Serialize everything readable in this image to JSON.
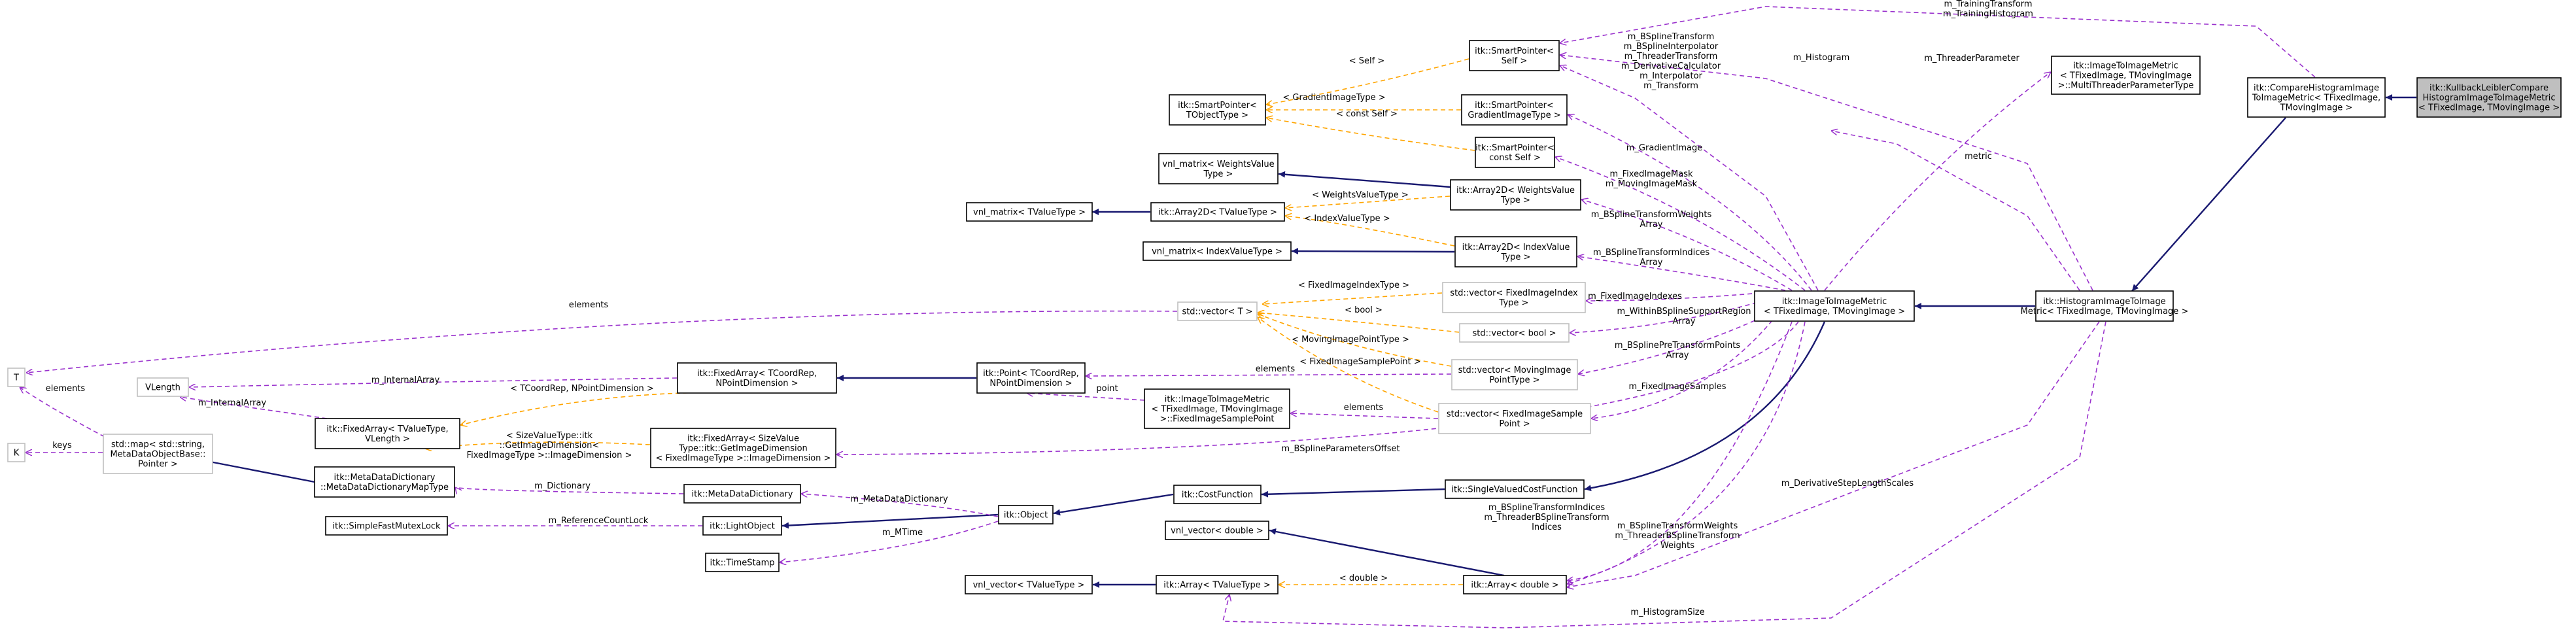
{
  "nodes": {
    "kl": [
      "itk::KullbackLeiblerCompare",
      "HistogramImageToImageMetric",
      "< TFixedImage, TMovingImage >"
    ],
    "compare": [
      "itk::CompareHistogramImage",
      "ToImageMetric< TFixedImage,",
      "TMovingImage >"
    ],
    "histmetric": [
      "itk::HistogramImageToImage",
      "Metric< TFixedImage, TMovingImage >"
    ],
    "itim": [
      "itk::ImageToImageMetric",
      "< TFixedImage, TMovingImage >"
    ],
    "mtthread": [
      "itk::ImageToImageMetric",
      "< TFixedImage, TMovingImage",
      ">::MultiThreaderParameterType"
    ],
    "sp_self": [
      "itk::SmartPointer<",
      "Self >"
    ],
    "sp_obj": [
      "itk::SmartPointer<",
      "TObjectType >"
    ],
    "sp_grad": [
      "itk::SmartPointer<",
      "GradientImageType >"
    ],
    "sp_const": [
      "itk::SmartPointer<",
      "const Self >"
    ],
    "vnl_wv": [
      "vnl_matrix< WeightsValue",
      "Type >"
    ],
    "arr2d_wv": [
      "itk::Array2D< WeightsValue",
      "Type >"
    ],
    "vnl_tv": [
      "vnl_matrix< TValueType >"
    ],
    "arr2d_tv": [
      "itk::Array2D< TValueType >"
    ],
    "vnl_iv": [
      "vnl_matrix< IndexValueType >"
    ],
    "arr2d_iv": [
      "itk::Array2D< IndexValue",
      "Type >"
    ],
    "stdvec_t": [
      "std::vector< T >"
    ],
    "stdvec_fi": [
      "std::vector< FixedImageIndex",
      "Type >"
    ],
    "stdvec_bool": [
      "std::vector< bool >"
    ],
    "stdvec_mp": [
      "std::vector< MovingImage",
      "PointType >"
    ],
    "stdvec_fs": [
      "std::vector< FixedImageSample",
      "Point >"
    ],
    "t": [
      "T"
    ],
    "k": [
      "K"
    ],
    "vlength": [
      "VLength"
    ],
    "stdmap": [
      "std::map< std::string,",
      "MetaDataObjectBase::",
      "Pointer >"
    ],
    "fa_tcoord": [
      "itk::FixedArray< TCoordRep,",
      "NPointDimension >"
    ],
    "fa_tvalue": [
      "itk::FixedArray< TValueType,",
      "VLength >"
    ],
    "fa_size": [
      "itk::FixedArray< SizeValue",
      "Type::itk::GetImageDimension",
      "< FixedImageType >::ImageDimension >"
    ],
    "point": [
      "itk::Point< TCoordRep,",
      "NPointDimension >"
    ],
    "fisp": [
      "itk::ImageToImageMetric",
      "< TFixedImage, TMovingImage",
      ">::FixedImageSamplePoint"
    ],
    "mdd_map": [
      "itk::MetaDataDictionary",
      "::MetaDataDictionaryMapType"
    ],
    "mdd": [
      "itk::MetaDataDictionary"
    ],
    "sfml": [
      "itk::SimpleFastMutexLock"
    ],
    "lightobj": [
      "itk::LightObject"
    ],
    "object": [
      "itk::Object"
    ],
    "timestamp": [
      "itk::TimeStamp"
    ],
    "costfn": [
      "itk::CostFunction"
    ],
    "svcf": [
      "itk::SingleValuedCostFunction"
    ],
    "vnl_vd": [
      "vnl_vector< double >"
    ],
    "vnl_vtv": [
      "vnl_vector< TValueType >"
    ],
    "arr_tv": [
      "itk::Array< TValueType >"
    ],
    "arr_d": [
      "itk::Array< double >"
    ]
  },
  "edges": {
    "training": [
      "m_TrainingTransform",
      "m_TrainingHistogram"
    ],
    "bspline_group": [
      "m_BSplineTransform",
      "m_BSplineInterpolator",
      "m_ThreaderTransform",
      "m_DerivativeCalculator",
      "m_Interpolator",
      "m_Transform"
    ],
    "histogram": [
      "m_Histogram"
    ],
    "threader_param": [
      "m_ThreaderParameter"
    ],
    "self_tpl": [
      "< Self >"
    ],
    "grad_tpl": [
      "< GradientImageType >"
    ],
    "const_tpl": [
      "< const Self >"
    ],
    "grad_img": [
      "m_GradientImage"
    ],
    "mask": [
      "m_FixedImageMask",
      "m_MovingImageMask"
    ],
    "metric": [
      "metric"
    ],
    "weights_tpl": [
      "< WeightsValueType >"
    ],
    "index_tpl": [
      "< IndexValueType >"
    ],
    "bs_weights_arr": [
      "m_BSplineTransformWeights",
      "Array"
    ],
    "bs_indices_arr": [
      "m_BSplineTransformIndices",
      "Array"
    ],
    "elements_t": [
      "elements"
    ],
    "fi_tpl": [
      "< FixedImageIndexType >"
    ],
    "fixed_indexes": [
      "m_FixedImageIndexes"
    ],
    "bool_tpl": [
      "< bool >"
    ],
    "within": [
      "m_WithinBSplineSupportRegion",
      "Array"
    ],
    "mp_tpl": [
      "< MovingImagePointType >"
    ],
    "pre_points": [
      "m_BSplinePreTransformPoints",
      "Array"
    ],
    "fs_tpl": [
      "< FixedImageSamplePoint >"
    ],
    "elements_p": [
      "elements"
    ],
    "fixed_samples": [
      "m_FixedImageSamples"
    ],
    "elements_fs": [
      "elements"
    ],
    "point_lbl": [
      "point"
    ],
    "internal1": [
      "m_InternalArray"
    ],
    "tcoord_tpl": [
      "< TCoordRep, NPointDimension >"
    ],
    "internal2": [
      "m_InternalArray"
    ],
    "size_tpl": [
      "< SizeValueType::itk",
      "::GetImageDimension<",
      "FixedImageType >::ImageDimension >"
    ],
    "elements_map": [
      "elements"
    ],
    "keys": [
      "keys"
    ],
    "params_offset": [
      "m_BSplineParametersOffset"
    ],
    "dictionary": [
      "m_Dictionary"
    ],
    "meta_dict": [
      "m_MetaDataDictionary"
    ],
    "refcount": [
      "m_ReferenceCountLock"
    ],
    "mtime": [
      "m_MTime"
    ],
    "bs_indices": [
      "m_BSplineTransformIndices",
      "m_ThreaderBSplineTransform",
      "Indices"
    ],
    "bs_weights": [
      "m_BSplineTransformWeights",
      "m_ThreaderBSplineTransform",
      "Weights"
    ],
    "deriv": [
      "m_DerivativeStepLengthScales"
    ],
    "double_tpl": [
      "< double >"
    ],
    "hist_size": [
      "m_HistogramSize"
    ]
  },
  "colors": {
    "inheritance": "#191970",
    "usage": "#9a32cd",
    "template": "#ffa500",
    "highlight": "#bfbfbf",
    "border": "#000000",
    "external_border": "#bfbfbf"
  }
}
